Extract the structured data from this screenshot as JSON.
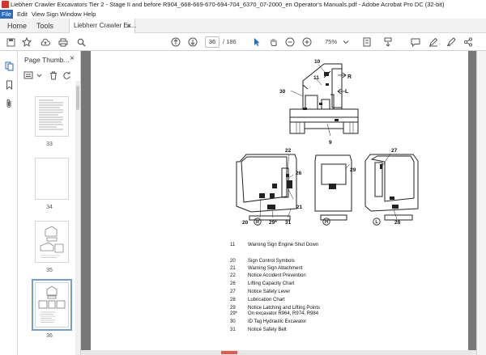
{
  "window": {
    "title": "Liebherr Crawler Excavators Tier 2 - Stage II and before  R904_668-669-670-694-704_6370_07-2000_en Operator's Manuals.pdf - Adobe Acrobat Pro DC (32-bit)"
  },
  "menu": [
    "File",
    "Edit",
    "View",
    "Sign",
    "Window",
    "Help"
  ],
  "tabs": {
    "home": "Home",
    "tools": "Tools",
    "doc": "Liebherr Crawler Ex...",
    "close": "×"
  },
  "toolbar": {
    "page_current": "36",
    "page_total": "/ 186",
    "zoom": "75%"
  },
  "thumbnail_panel": {
    "title": "Page Thumb...",
    "close": "×",
    "thumbnails": [
      {
        "label": "33"
      },
      {
        "label": "34"
      },
      {
        "label": "35"
      },
      {
        "label": "36",
        "selected": true
      }
    ]
  },
  "figure": {
    "callouts": [
      "10",
      "11",
      "30",
      "9",
      "22",
      "26",
      "29",
      "27",
      "21",
      "20",
      "29*",
      "31",
      "28"
    ],
    "view_marks": [
      "R",
      "H",
      "L"
    ]
  },
  "legend": [
    {
      "num": "11",
      "text": "Warning Sign Engine Shut Down"
    },
    {
      "num": "20",
      "text": "Sign Control Symbols"
    },
    {
      "num": "21",
      "text": "Warning Sign Attachment"
    },
    {
      "num": "22",
      "text": "Notice Accident Prevention"
    },
    {
      "num": "26",
      "text": "Lifting Capacity Chart"
    },
    {
      "num": "27",
      "text": "Notice Safety Lever"
    },
    {
      "num": "28",
      "text": "Lubrication Chart"
    },
    {
      "num": "29",
      "text": "Notice Latching and Lifting Points"
    },
    {
      "num": "29*",
      "text": "On excavator R964, R974, R984"
    },
    {
      "num": "30",
      "text": "ID Tag Hydraulic Excavator"
    },
    {
      "num": "31",
      "text": "Notice Safety Belt"
    }
  ],
  "colors": {
    "accent_blue": "#2a6ab8",
    "doc_background": "#777777",
    "acrobat_red": "#d4342b"
  }
}
